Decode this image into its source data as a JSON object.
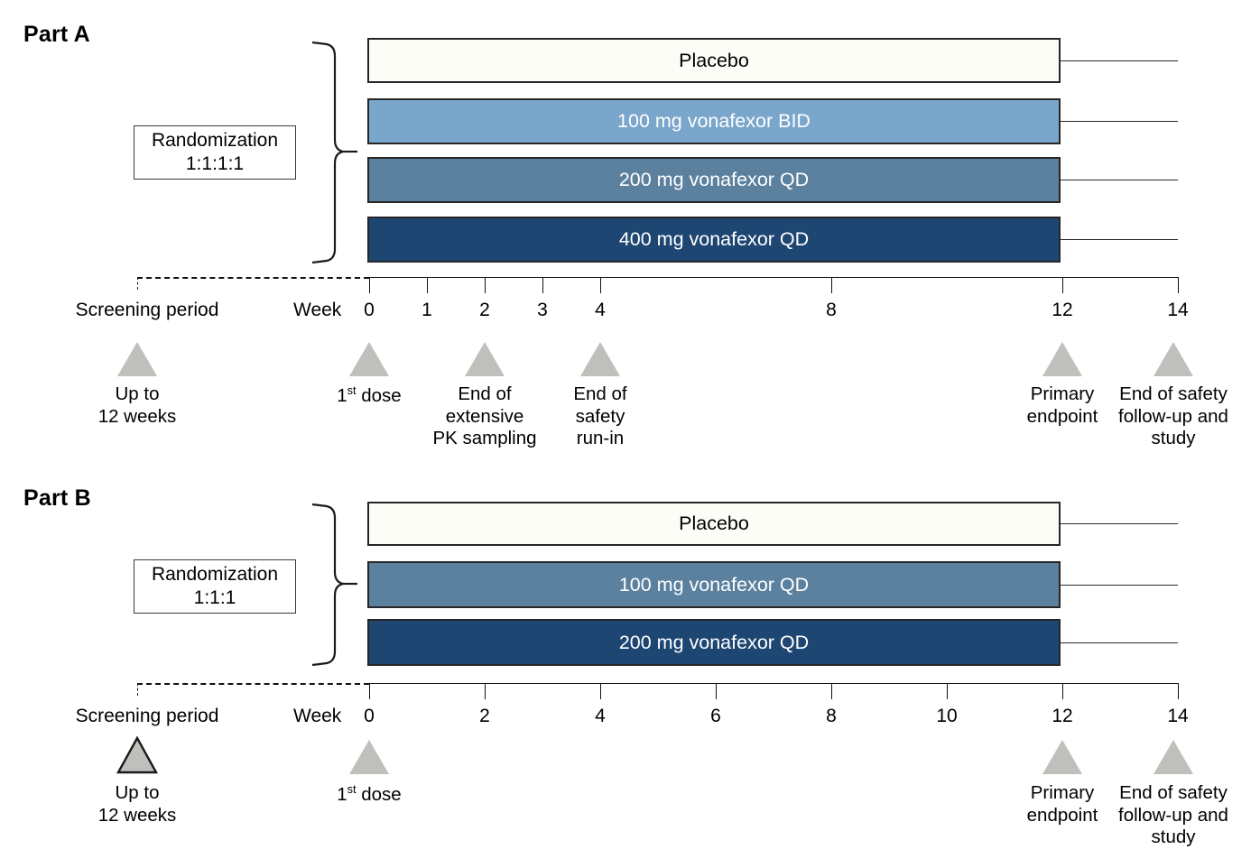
{
  "figure": {
    "type": "clinical-trial-design-diagram",
    "timeline_unit": "Week",
    "colors": {
      "placebo": "#FDFDF8",
      "light_blue": "#7AA6CC",
      "medium_blue": "#5B819F",
      "dark_navy": "#1E4672",
      "marker_gray": "#BFBFBB",
      "outline": "#262626"
    }
  },
  "partA": {
    "title": "Part A",
    "randomization": {
      "label": "Randomization",
      "ratio": "1:1:1:1"
    },
    "arms": [
      {
        "label": "Placebo",
        "fill": "#FDFDF8",
        "text_color": "#000000"
      },
      {
        "label": "100 mg vonafexor BID",
        "fill": "#7AA6CC",
        "text_color": "#ffffff"
      },
      {
        "label": "200 mg vonafexor QD",
        "fill": "#5B819F",
        "text_color": "#ffffff"
      },
      {
        "label": "400 mg vonafexor QD",
        "fill": "#1E4672",
        "text_color": "#ffffff"
      }
    ],
    "axis": {
      "week_word": "Week",
      "screening_label": "Screening period",
      "ticks": [
        "0",
        "1",
        "2",
        "3",
        "4",
        "8",
        "12",
        "14"
      ]
    },
    "events": [
      {
        "label": "Up to\n12 weeks"
      },
      {
        "label": "1st dose",
        "superscript": "st"
      },
      {
        "label": "End of\nextensive\nPK sampling"
      },
      {
        "label": "End of\nsafety\nrun-in"
      },
      {
        "label": "Primary\nendpoint"
      },
      {
        "label": "End of safety\nfollow-up and\nstudy"
      }
    ]
  },
  "partB": {
    "title": "Part B",
    "randomization": {
      "label": "Randomization",
      "ratio": "1:1:1"
    },
    "arms": [
      {
        "label": "Placebo",
        "fill": "#FDFDF8",
        "text_color": "#000000"
      },
      {
        "label": "100 mg vonafexor QD",
        "fill": "#5B819F",
        "text_color": "#ffffff"
      },
      {
        "label": "200 mg vonafexor QD",
        "fill": "#1E4672",
        "text_color": "#ffffff"
      }
    ],
    "axis": {
      "week_word": "Week",
      "screening_label": "Screening period",
      "ticks": [
        "0",
        "2",
        "4",
        "6",
        "8",
        "10",
        "12",
        "14"
      ]
    },
    "events": [
      {
        "label": "Up to\n12 weeks"
      },
      {
        "label": "1st dose",
        "superscript": "st"
      },
      {
        "label": "Primary\nendpoint"
      },
      {
        "label": "End of safety\nfollow-up and\nstudy"
      }
    ]
  },
  "chart_data": {
    "type": "table",
    "title": "Vonafexor study design: Part A and Part B",
    "xlabel": "Week",
    "x_ticks_partA": [
      0,
      1,
      2,
      3,
      4,
      8,
      12,
      14
    ],
    "x_ticks_partB": [
      0,
      2,
      4,
      6,
      8,
      10,
      12,
      14
    ],
    "xlim": [
      0,
      14
    ],
    "treatment_duration_weeks": 12,
    "followup_end_week": 14,
    "screening_max_weeks": 12,
    "series": [
      {
        "name": "Part A - Placebo",
        "start_week": 0,
        "end_week": 12
      },
      {
        "name": "Part A - 100 mg vonafexor BID",
        "start_week": 0,
        "end_week": 12
      },
      {
        "name": "Part A - 200 mg vonafexor QD",
        "start_week": 0,
        "end_week": 12
      },
      {
        "name": "Part A - 400 mg vonafexor QD",
        "start_week": 0,
        "end_week": 12
      },
      {
        "name": "Part B - Placebo",
        "start_week": 0,
        "end_week": 12
      },
      {
        "name": "Part B - 100 mg vonafexor QD",
        "start_week": 0,
        "end_week": 12
      },
      {
        "name": "Part B - 200 mg vonafexor QD",
        "start_week": 0,
        "end_week": 12
      }
    ],
    "milestones_partA": [
      {
        "week": 0,
        "label": "1st dose"
      },
      {
        "week": 2,
        "label": "End of extensive PK sampling"
      },
      {
        "week": 4,
        "label": "End of safety run-in"
      },
      {
        "week": 12,
        "label": "Primary endpoint"
      },
      {
        "week": 14,
        "label": "End of safety follow-up and study"
      }
    ],
    "milestones_partB": [
      {
        "week": 0,
        "label": "1st dose"
      },
      {
        "week": 12,
        "label": "Primary endpoint"
      },
      {
        "week": 14,
        "label": "End of safety follow-up and study"
      }
    ]
  }
}
